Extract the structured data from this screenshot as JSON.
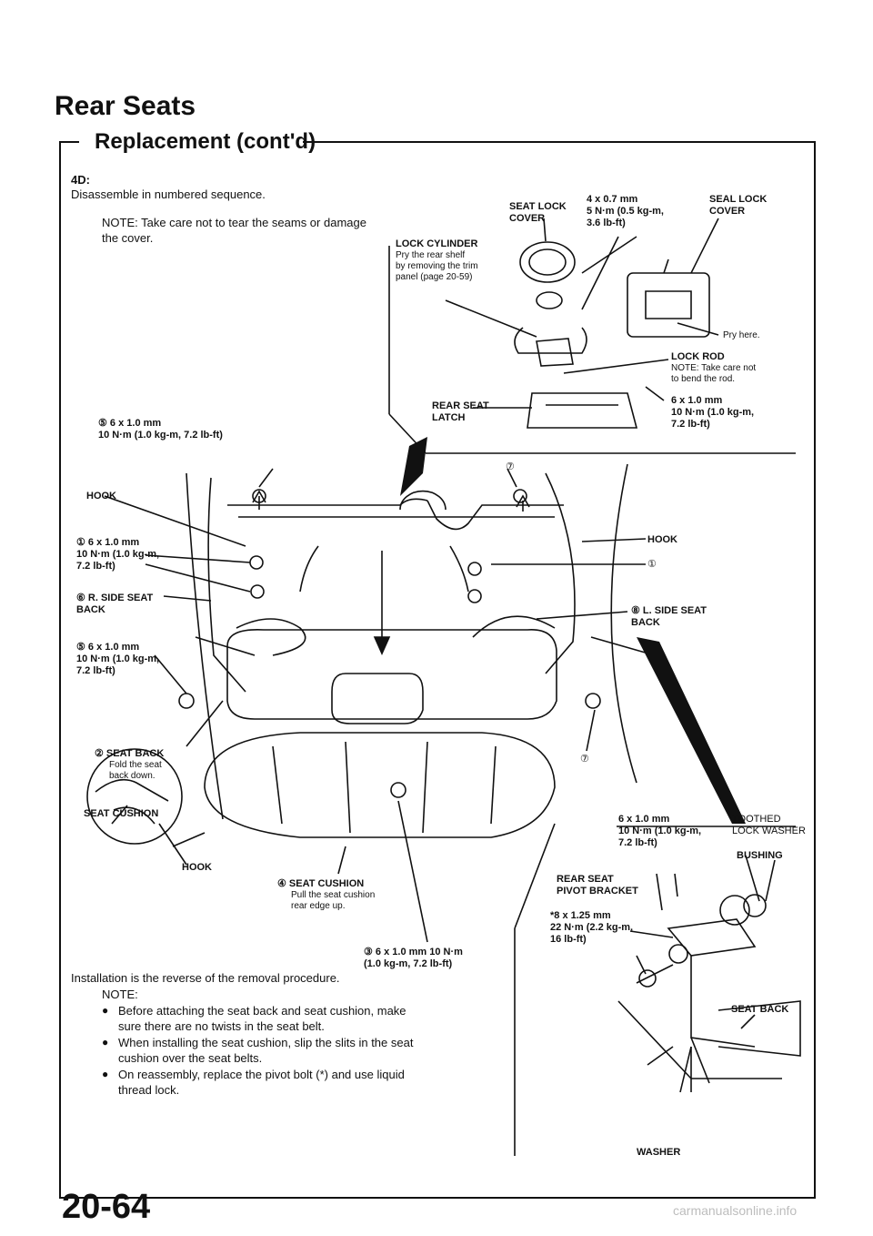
{
  "header": {
    "section_title": "Rear Seats",
    "sub_title": "Replacement (cont'd)"
  },
  "intro": {
    "model": "4D:",
    "instruction": "Disassemble in numbered sequence.",
    "note": "NOTE:  Take care not to tear the seams or damage\nthe cover."
  },
  "callouts": {
    "seat_lock_cover_left": "SEAT LOCK\nCOVER",
    "bolt_spec_4x07": "4 x 0.7 mm\n5 N·m (0.5 kg-m,\n3.6 lb-ft)",
    "seat_lock_cover_right": "SEAL LOCK\nCOVER",
    "lock_cylinder_title": "LOCK CYLINDER",
    "lock_cylinder_note": "Pry the rear shelf\nby removing the trim\npanel (page 20-59)",
    "pry_here": "Pry here.",
    "lock_rod_title": "LOCK ROD",
    "lock_rod_note": "NOTE: Take care not\nto bend the rod.",
    "rear_seat_latch": "REAR SEAT\nLATCH",
    "latch_bolt_spec": "6 x 1.0 mm\n10 N·m (1.0 kg-m,\n7.2 lb-ft)",
    "step5_top_spec": "⑤ 6 x 1.0 mm\n10 N·m (1.0 kg-m, 7.2 lb-ft)",
    "step7_top": "⑦",
    "hook_left": "HOOK",
    "hook_right": "HOOK",
    "step1_spec": "① 6 x 1.0 mm\n10 N·m (1.0 kg-m,\n7.2 lb-ft)",
    "step1_right": "①",
    "step6_label": "⑥ R. SIDE SEAT\nBACK",
    "step8_label": "⑧ L. SIDE SEAT\nBACK",
    "step5_spec": "⑤ 6 x 1.0 mm\n10 N·m (1.0 kg-m,\n7.2 lb-ft)",
    "step7_bottom": "⑦",
    "step2_title": "② SEAT BACK",
    "step2_note": "Fold the seat\nback down.",
    "seat_cushion": "SEAT CUSHION",
    "hook_bottom": "HOOK",
    "step4_title": "④ SEAT CUSHION",
    "step4_note": "Pull the seat cushion\nrear edge up.",
    "step3_spec": "③ 6 x 1.0 mm 10 N·m\n(1.0 kg-m, 7.2 lb-ft)",
    "pivot_bolt_spec_6x10": "6 x 1.0 mm\n10 N·m (1.0 kg-m,\n7.2 lb-ft)",
    "toothed_lock_washer": "TOOTHED\nLOCK WASHER",
    "bushing": "BUSHING",
    "rear_seat_pivot_bracket": "REAR SEAT\nPIVOT BRACKET",
    "pivot_bolt_spec_8x125": "*8 x 1.25 mm\n22 N·m (2.2 kg-m,\n16 lb-ft)",
    "seat_back": "SEAT BACK",
    "washer": "WASHER"
  },
  "installation": {
    "text": "Installation is the reverse of the removal procedure.",
    "note_title": "NOTE:",
    "notes": [
      "Before attaching the seat back and seat cushion, make sure there are no twists in the seat belt.",
      "When installing the seat cushion, slip the slits in the seat cushion over the seat belts.",
      "On reassembly, replace the pivot bolt (*) and use liquid thread lock."
    ]
  },
  "footer": {
    "page_number": "20-64",
    "watermark": "carmanualsonline.info"
  }
}
